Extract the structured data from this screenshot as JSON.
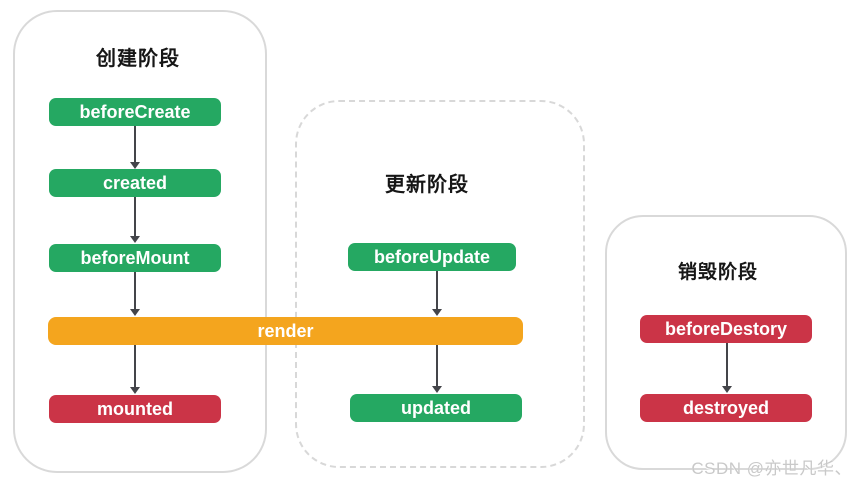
{
  "colors": {
    "green": "#25a862",
    "orange": "#f4a51e",
    "red": "#cb3447",
    "arrow": "#44454a",
    "border": "#d9d9d9",
    "border-dash": "#d8d8d8",
    "title": "#161616",
    "node-text": "#ffffff",
    "watermark": "#c9c9c9"
  },
  "stages": [
    {
      "title": "创建阶段",
      "nodes": [
        {
          "label": "beforeCreate",
          "color": "green"
        },
        {
          "label": "created",
          "color": "green"
        },
        {
          "label": "beforeMount",
          "color": "green"
        },
        {
          "label": "mounted",
          "color": "red"
        }
      ]
    },
    {
      "title": "更新阶段",
      "nodes": [
        {
          "label": "beforeUpdate",
          "color": "green"
        },
        {
          "label": "updated",
          "color": "green"
        }
      ]
    },
    {
      "title": "销毁阶段",
      "nodes": [
        {
          "label": "beforeDestory",
          "color": "red"
        },
        {
          "label": "destroyed",
          "color": "red"
        }
      ]
    }
  ],
  "render_bar": {
    "label": "render"
  },
  "watermark": {
    "text": "CSDN @亦世凡华、"
  }
}
